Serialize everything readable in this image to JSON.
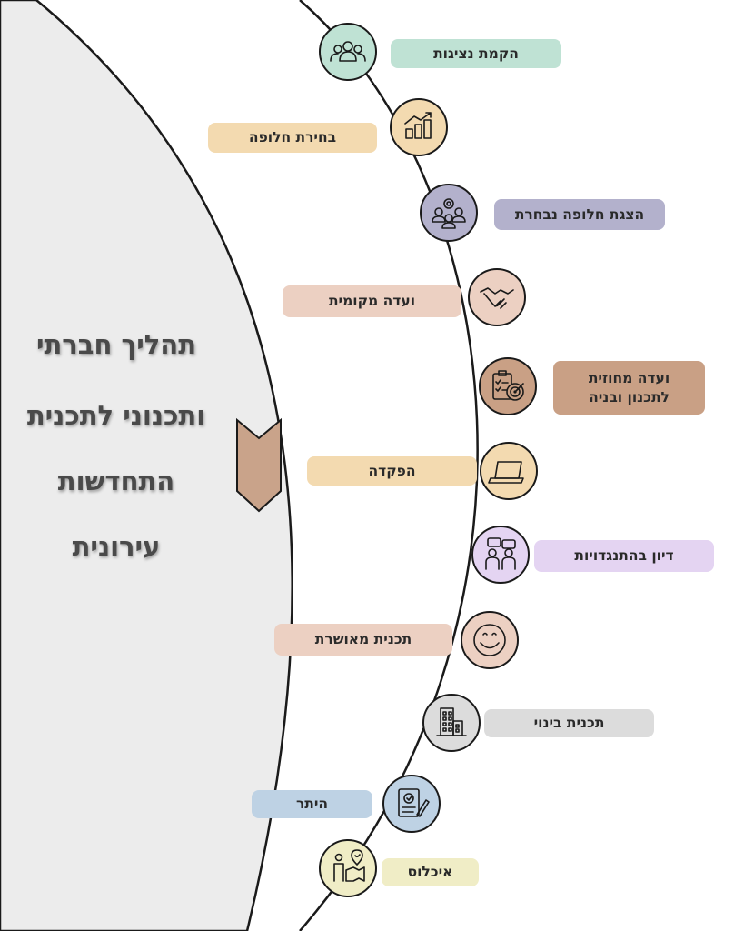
{
  "title_lines": [
    "תהליך חברתי",
    "ותכנוני לתכנית",
    "התחדשות",
    "עירונית"
  ],
  "colors": {
    "background": "#ffffff",
    "panel": "#ececec",
    "path_line": "#1a1a1a",
    "arrow": "#c9a38a"
  },
  "steps": [
    {
      "label": "הקמת נציגות",
      "icon": "people-group-icon",
      "color": "#bfe2d4"
    },
    {
      "label": "בחירת  חלופה",
      "icon": "growth-chart-icon",
      "color": "#f3dab0"
    },
    {
      "label": "הצגת חלופה נבחרת",
      "icon": "team-settings-icon",
      "color": "#b3b1cc"
    },
    {
      "label": "ועדה מקומית",
      "icon": "handshake-icon",
      "color": "#ecd0c2"
    },
    {
      "label": "ועדה מחוזית\nלתכנון ובניה",
      "icon": "clipboard-target-icon",
      "color": "#c9a085"
    },
    {
      "label": "הפקדה",
      "icon": "laptop-icon",
      "color": "#f3dab0"
    },
    {
      "label": "דיון בהתנגדויות",
      "icon": "discussion-icon",
      "color": "#e4d4f2"
    },
    {
      "label": "תכנית מאושרת",
      "icon": "smiley-icon",
      "color": "#ecd0c2"
    },
    {
      "label": "תכנית בינוי",
      "icon": "building-icon",
      "color": "#dcdcdc"
    },
    {
      "label": "היתר",
      "icon": "permit-document-icon",
      "color": "#bed2e4"
    },
    {
      "label": "איכלוס",
      "icon": "person-map-icon",
      "color": "#f0edc6"
    }
  ]
}
